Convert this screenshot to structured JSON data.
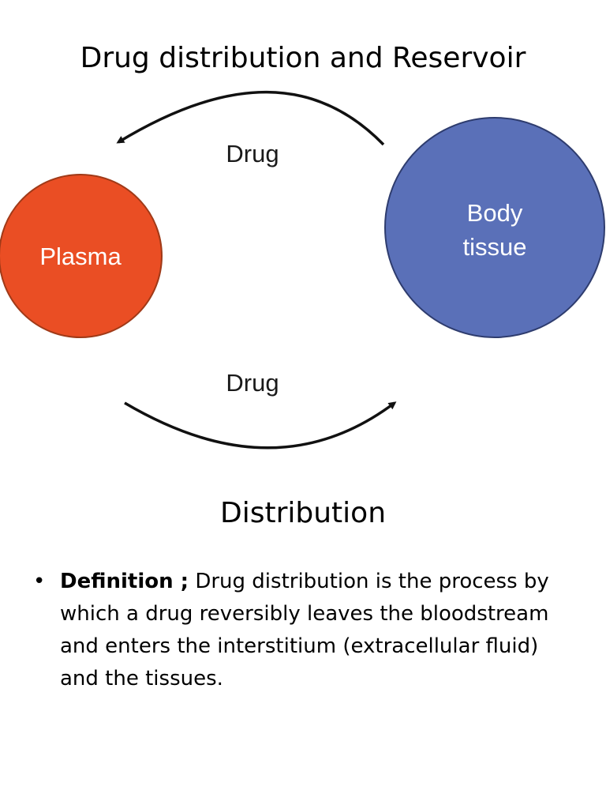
{
  "title": "Drug distribution and Reservoir",
  "diagram": {
    "nodes": [
      {
        "id": "plasma",
        "lines": [
          "Plasma"
        ],
        "color": "#ea4e24"
      },
      {
        "id": "body-tissue",
        "lines": [
          "Body",
          "tissue"
        ],
        "color": "#5a70b8"
      }
    ],
    "arrows": [
      {
        "from": "body-tissue",
        "to": "plasma",
        "label": "Drug"
      },
      {
        "from": "plasma",
        "to": "body-tissue",
        "label": "Drug"
      }
    ]
  },
  "section": {
    "heading": "Distribution",
    "bullets": [
      {
        "term": "Definition ;",
        "text": " Drug distribution is the process by which a drug reversibly leaves the bloodstream and enters the interstitium (extracellular fluid) and the tissues."
      }
    ]
  }
}
